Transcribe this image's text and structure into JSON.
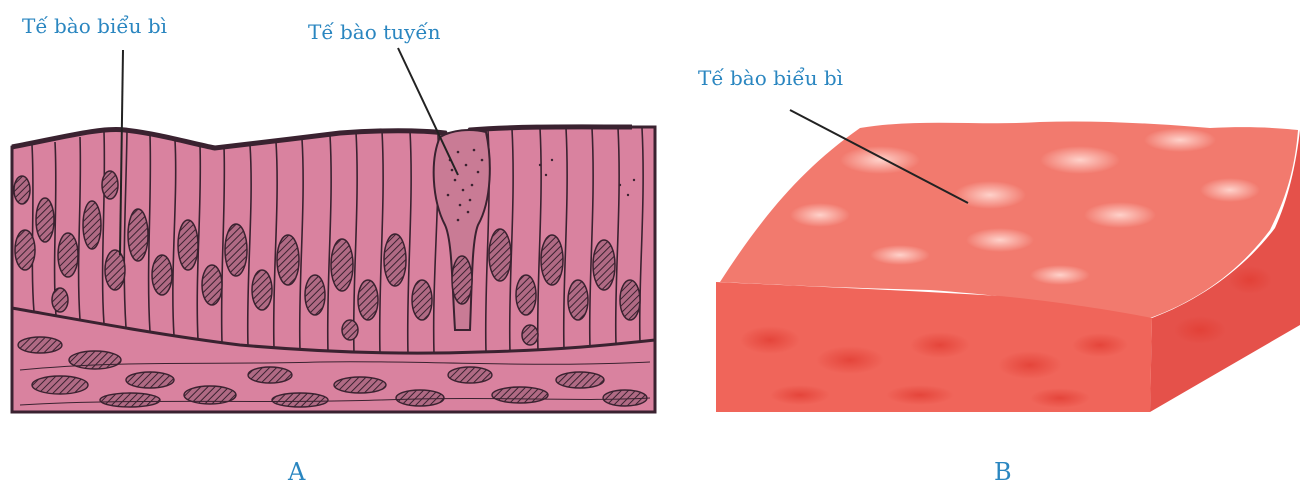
{
  "panels": {
    "a": {
      "letter": "A",
      "labels": {
        "epithelial": "Tế bào biểu bì",
        "gland": "Tế bào tuyến"
      }
    },
    "b": {
      "letter": "B",
      "labels": {
        "epithelial": "Tế bào biểu bì"
      }
    }
  },
  "colors": {
    "label": "#2a86c0",
    "tissue_a_fill": "#d9829f",
    "tissue_a_ink": "#3a2230",
    "tissue_b_fill": "#f0655a",
    "tissue_b_side": "#e5514a"
  }
}
